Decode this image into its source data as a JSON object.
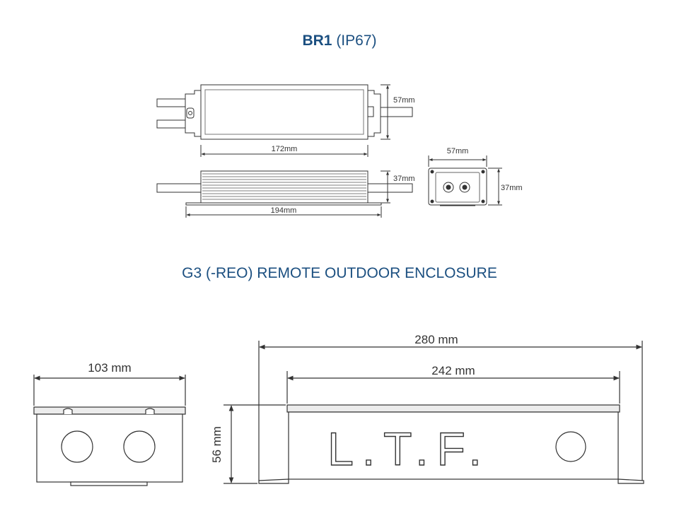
{
  "br1": {
    "title_bold": "BR1",
    "title_rest": " (IP67)",
    "dims": {
      "top_height": "57mm",
      "top_body_length": "172mm",
      "side_height": "37mm",
      "side_total_length": "194mm",
      "end_width": "57mm",
      "end_height": "37mm"
    }
  },
  "g3": {
    "title": "G3 (-REO) REMOTE OUTDOOR ENCLOSURE",
    "dims": {
      "end_width": "103 mm",
      "total_length": "280 mm",
      "body_length": "242 mm",
      "height": "56 mm"
    },
    "lettering": "L.T.F."
  },
  "colors": {
    "title": "#1b4f80",
    "line": "#333333"
  }
}
